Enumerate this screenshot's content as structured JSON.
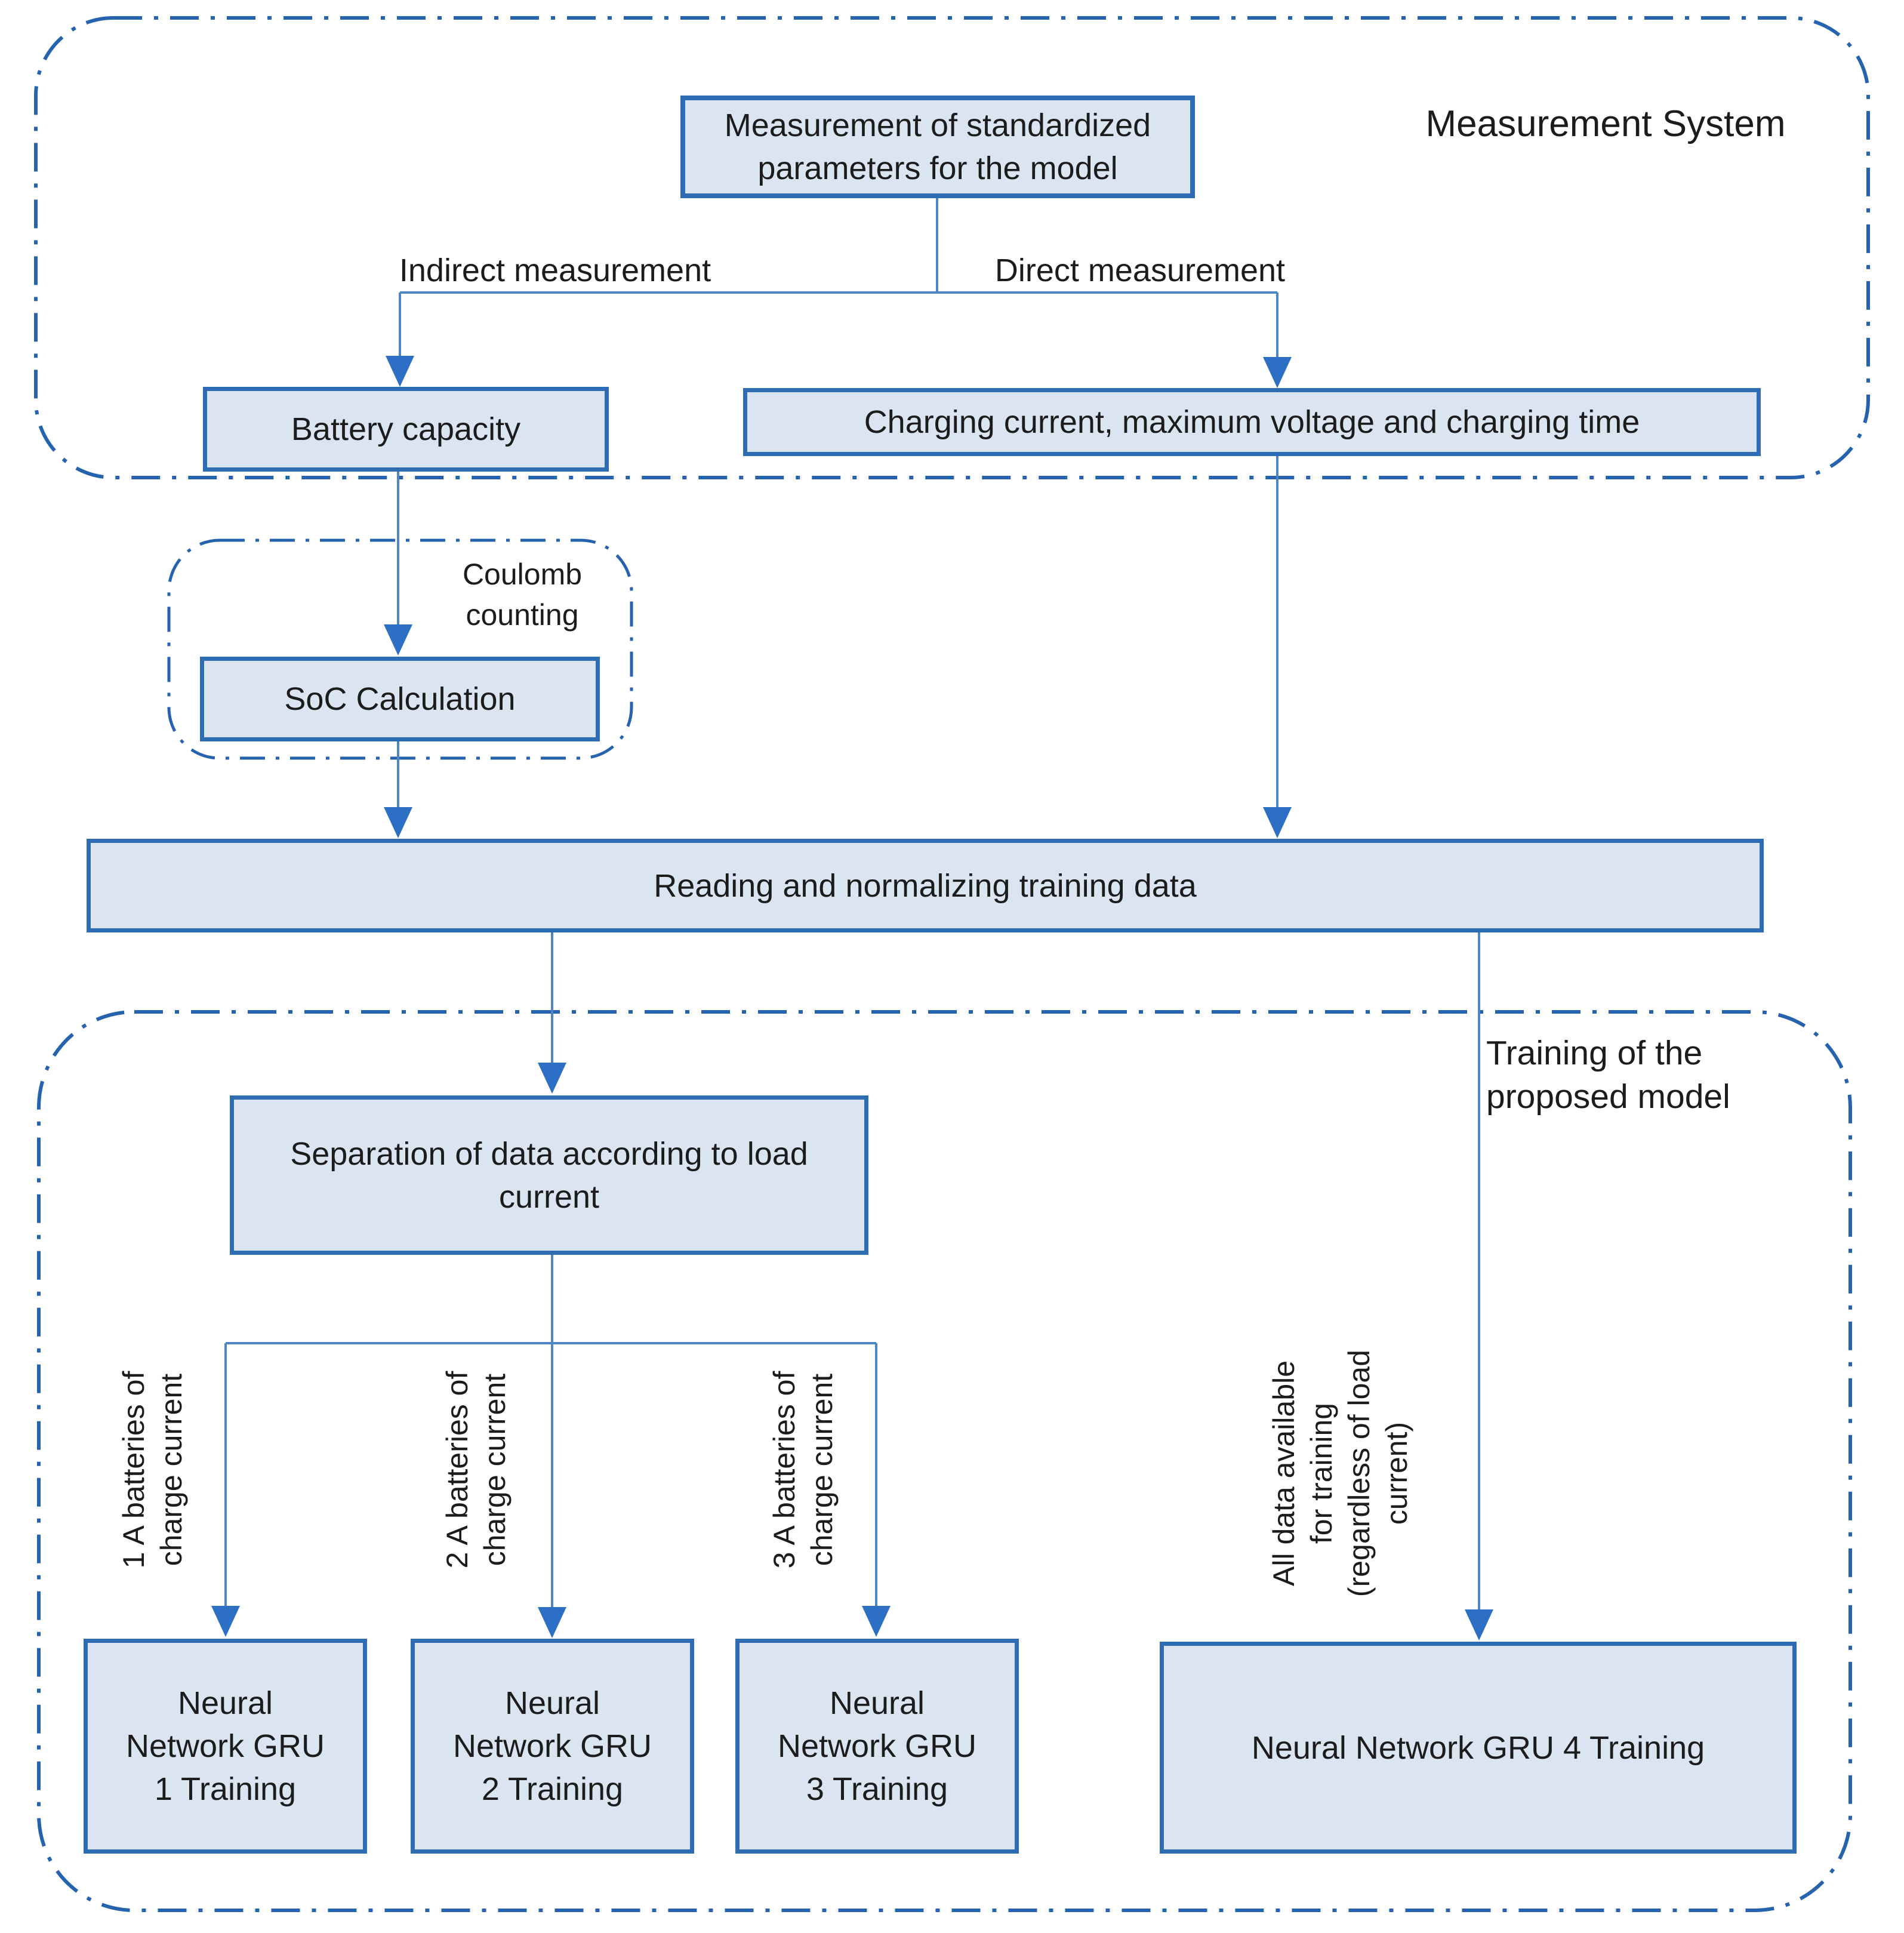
{
  "diagram": {
    "title": "Battery SoC measurement and GRU training flowchart",
    "containers": {
      "measurement_system": {
        "label": "Measurement System"
      },
      "coulomb": {
        "label": "Coulomb\ncounting"
      },
      "training": {
        "label": "Training  of the\nproposed model"
      }
    },
    "nodes": {
      "measure_params": {
        "label": "Measurement of standardized\nparameters for the model"
      },
      "battery_capacity": {
        "label": "Battery capacity"
      },
      "charging": {
        "label": "Charging current, maximum voltage and charging time"
      },
      "soc": {
        "label": "SoC Calculation"
      },
      "reading": {
        "label": "Reading and normalizing training  data"
      },
      "separation": {
        "label": "Separation of data according to load\ncurrent"
      },
      "gru1": {
        "label": "Neural\nNetwork GRU\n1 Training"
      },
      "gru2": {
        "label": "Neural\nNetwork GRU\n2 Training"
      },
      "gru3": {
        "label": "Neural\nNetwork GRU\n3 Training"
      },
      "gru4": {
        "label": "Neural Network GRU 4 Training"
      }
    },
    "edge_labels": {
      "indirect": "Indirect measurement",
      "direct": "Direct measurement",
      "branch1": "1 A batteries of\ncharge current",
      "branch2": "2 A batteries of\ncharge current",
      "branch3": "3 A batteries of\ncharge current",
      "branch4": "All data available\nfor training\n(regardless of load\ncurrent)"
    },
    "colors": {
      "node_fill": "#dbe5f2",
      "node_border": "#2e6cb3",
      "connector": "#4e85c5",
      "arrowhead": "#2d6fc4",
      "container_border": "#2563ae",
      "text": "#1c1c1c"
    }
  }
}
